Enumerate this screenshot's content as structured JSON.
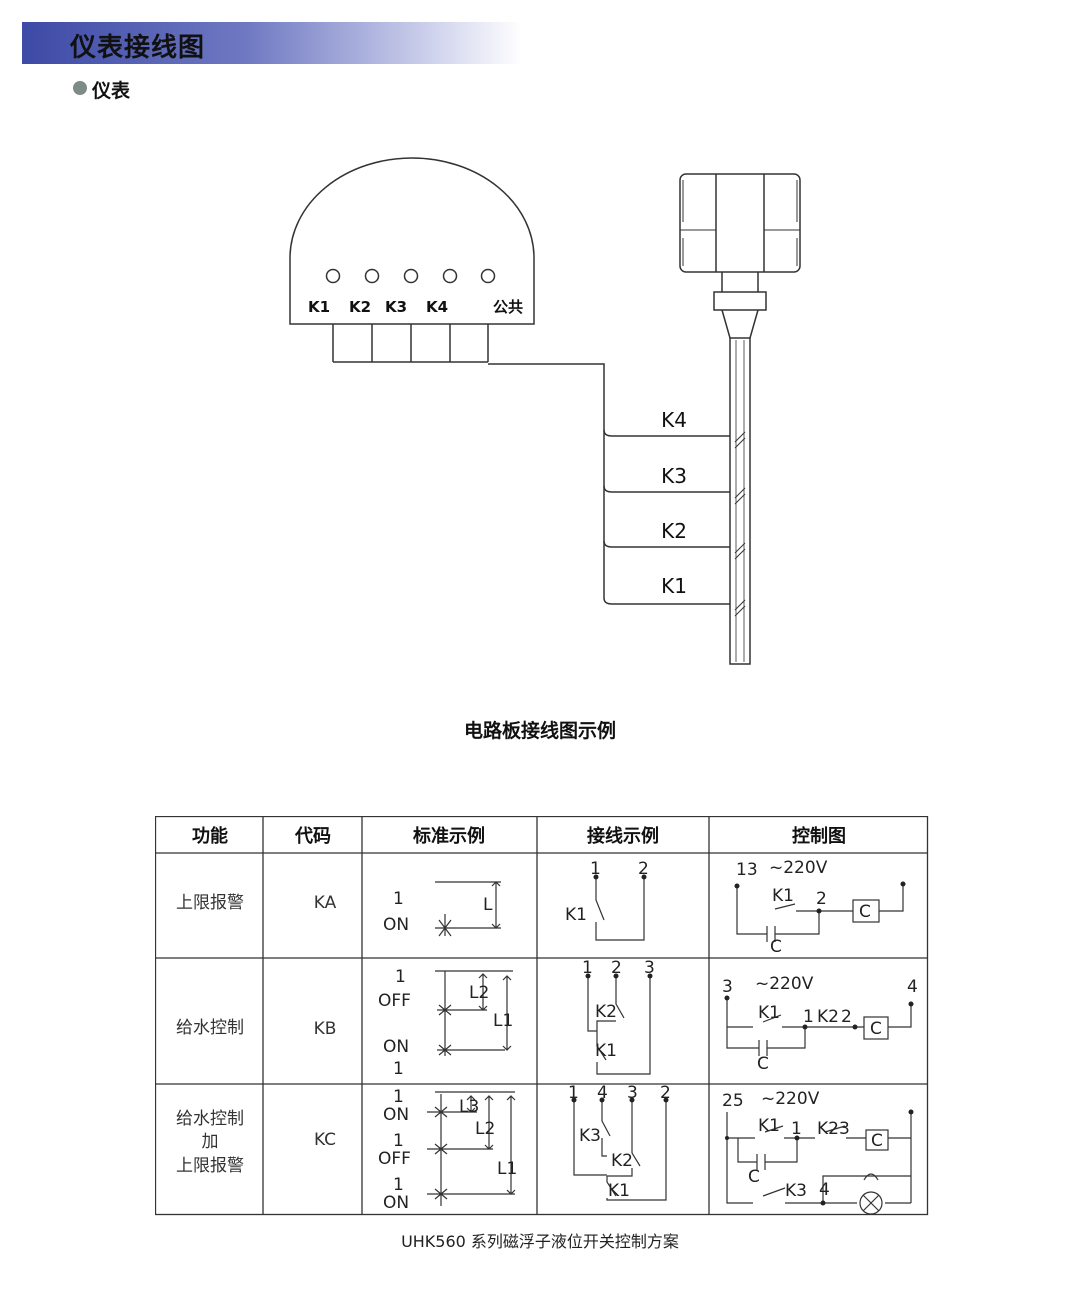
{
  "header": {
    "title": "仪表接线图"
  },
  "section": {
    "label": "仪表"
  },
  "circuit_board": {
    "terminals": [
      "K1",
      "K2",
      "K3",
      "K4",
      "公共"
    ],
    "wire_labels": [
      "K4",
      "K3",
      "K2",
      "K1"
    ]
  },
  "diagram_caption": "电路板接线图示例",
  "table": {
    "headers": [
      "功能",
      "代码",
      "标准示例",
      "接线示例",
      "控制图"
    ],
    "rows": [
      {
        "function_lines": [
          "上限报警"
        ],
        "code": "KA",
        "standard": {
          "labels": [
            "1",
            "ON",
            "L"
          ]
        },
        "wiring": {
          "labels": [
            "1",
            "2",
            "K1"
          ]
        },
        "control": {
          "labels": [
            "13",
            "~220V",
            "K1",
            "2",
            "C",
            "C"
          ]
        }
      },
      {
        "function_lines": [
          "给水控制"
        ],
        "code": "KB",
        "standard": {
          "labels": [
            "1",
            "OFF",
            "ON",
            "1",
            "L2",
            "L1"
          ]
        },
        "wiring": {
          "labels": [
            "1",
            "2",
            "3",
            "K2",
            "K1"
          ]
        },
        "control": {
          "labels": [
            "3",
            "~220V",
            "4",
            "K1",
            "1",
            "K2",
            "2",
            "C",
            "C"
          ]
        }
      },
      {
        "function_lines": [
          "给水控制",
          "加",
          "上限报警"
        ],
        "code": "KC",
        "standard": {
          "labels": [
            "1",
            "ON",
            "1",
            "OFF",
            "1",
            "ON",
            "L3",
            "L2",
            "L1"
          ]
        },
        "wiring": {
          "labels": [
            "1",
            "4",
            "3",
            "2",
            "K3",
            "K2",
            "K1"
          ]
        },
        "control": {
          "labels": [
            "25",
            "~220V",
            "K1",
            "1",
            "K2",
            "3",
            "C",
            "C",
            "K3",
            "4"
          ]
        }
      }
    ]
  },
  "table_caption": "UHK560 系列磁浮子液位开关控制方案"
}
